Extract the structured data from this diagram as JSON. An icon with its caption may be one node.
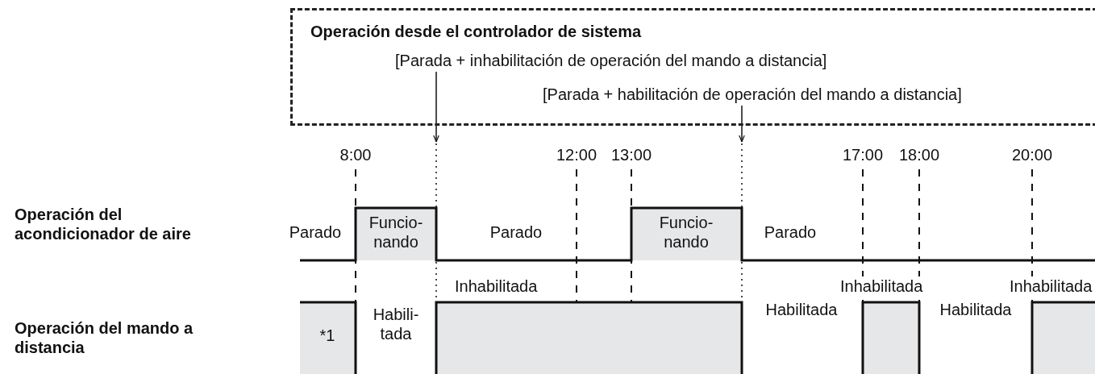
{
  "diagram": {
    "nodes": [
      {
        "text": [
          "Operación desde el controlador de sistema"
        ]
      },
      {
        "text": [
          "[Parada + inhabilitación de operación del mando a distancia]"
        ],
        "in": 0
      },
      {
        "text": [
          "[Parada + habilitación de operación del mando a distancia]"
        ],
        "in": 0
      }
    ],
    "edges": [
      {
        "from": 1,
        "to": null,
        "arrow": "to"
      },
      {
        "from": 2,
        "to": null,
        "arrow": "to"
      }
    ],
    "labels": [
      "8:00",
      "12:00",
      "13:00",
      "17:00",
      "18:00",
      "20:00",
      "Operación del acondicionador de aire",
      "Parado",
      "Funcio- nando",
      "Parado",
      "Funcio- nando",
      "Parado",
      "Inhabilitada",
      "Inhabilitada",
      "Inhabilitada",
      "Operación del mando a distancia",
      "*1",
      "Habili- tada",
      "Habilitada",
      "Habilitada"
    ]
  }
}
